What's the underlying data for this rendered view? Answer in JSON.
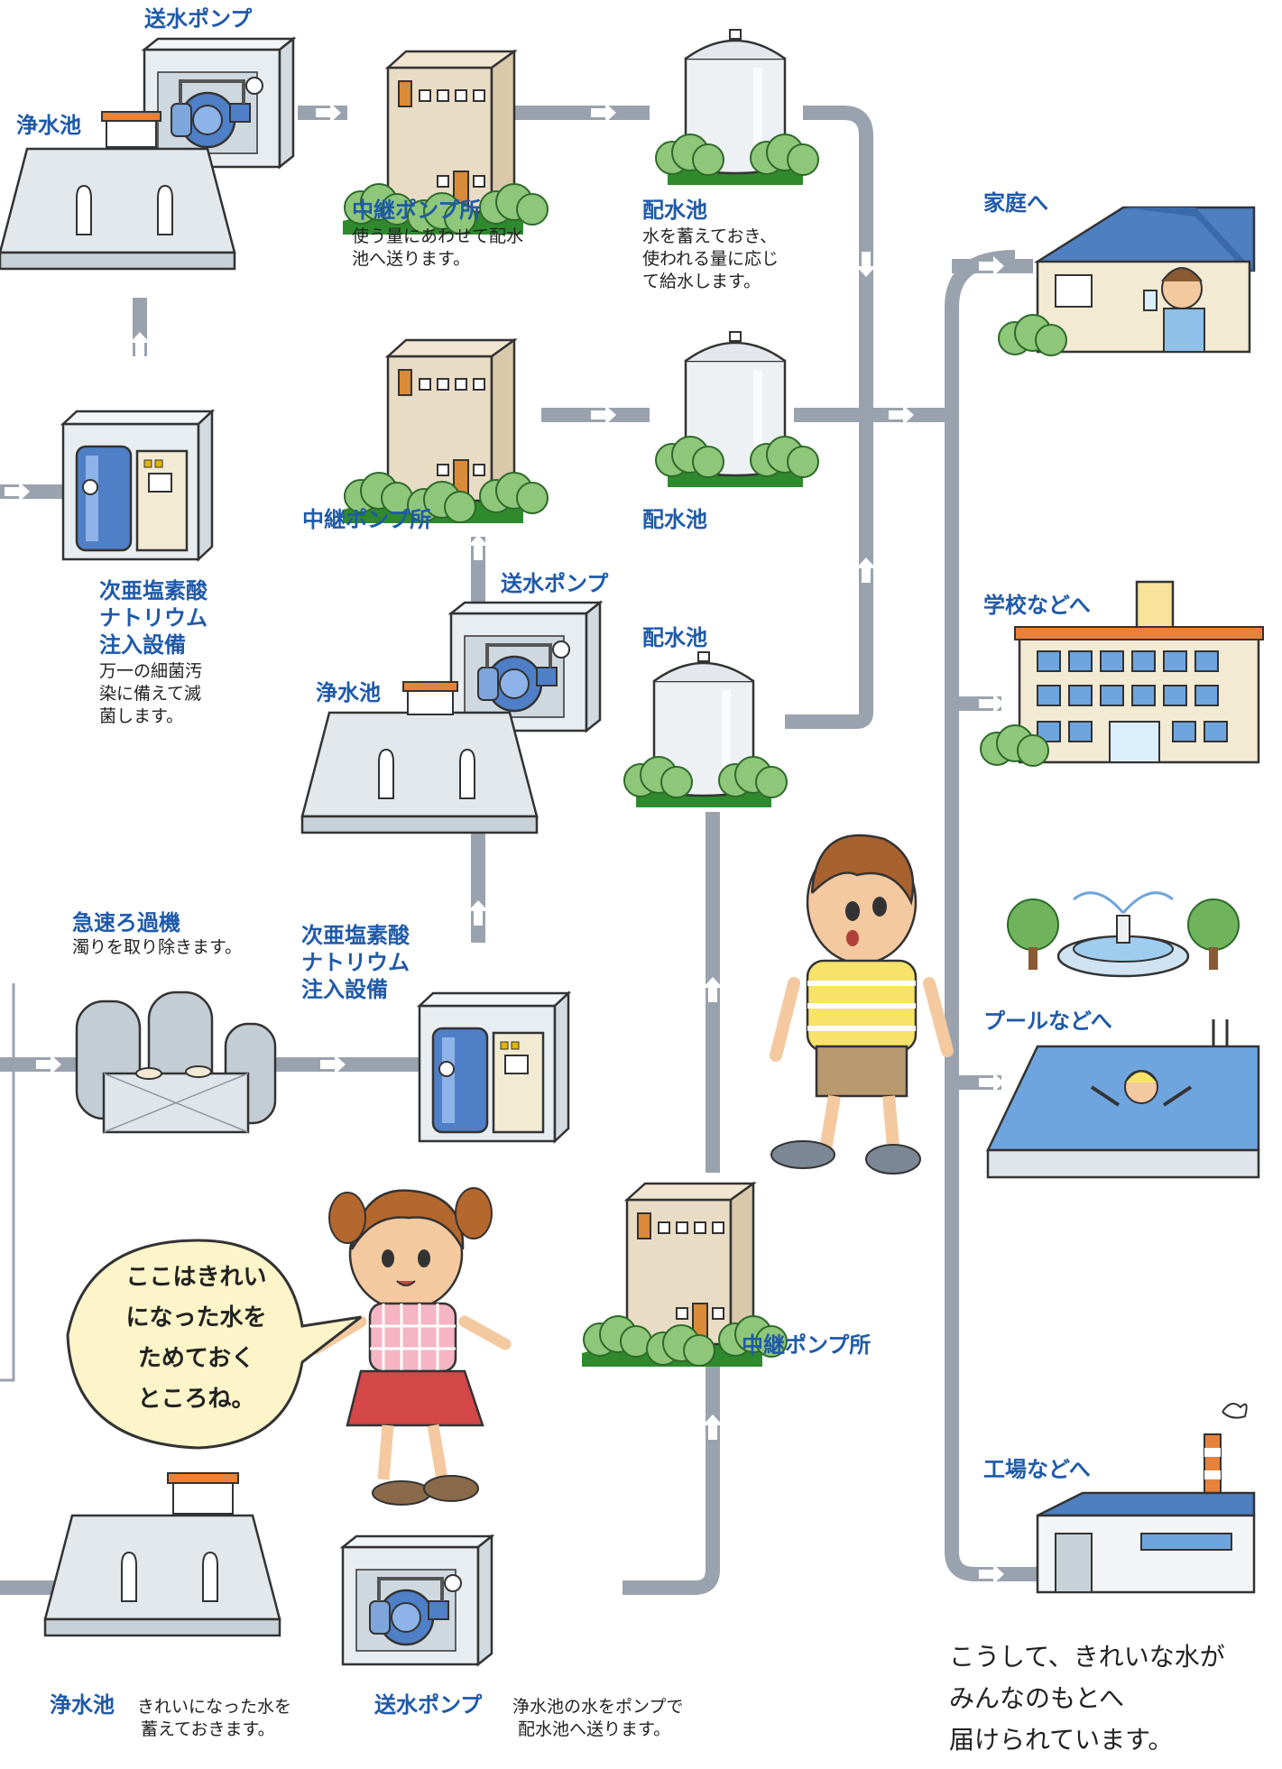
{
  "labels": {
    "pump_top": "送水ポンプ",
    "clear_well_top": "浄水池",
    "relay_station_1": "中継ポンプ所",
    "relay_station_1_desc": [
      "使う量にあわせて配水",
      "池へ送ります。"
    ],
    "reservoir_1": "配水池",
    "reservoir_1_desc": [
      "水を蓄えておき、",
      "使われる量に応じ",
      "て給水します。"
    ],
    "chlorinator_top": [
      "次亜塩素酸",
      "ナトリウム",
      "注入設備"
    ],
    "chlorinator_top_desc": [
      "万一の細菌汚",
      "染に備えて滅",
      "菌します。"
    ],
    "relay_station_2": "中継ポンプ所",
    "reservoir_2": "配水池",
    "pump_mid": "送水ポンプ",
    "clear_well_mid": "浄水池",
    "reservoir_3": "配水池",
    "rapid_filter": "急速ろ過機",
    "rapid_filter_desc": "濁りを取り除きます。",
    "chlorinator_mid": [
      "次亜塩素酸",
      "ナトリウム",
      "注入設備"
    ],
    "relay_station_3": "中継ポンプ所",
    "clear_well_bottom": "浄水池",
    "clear_well_bottom_desc": [
      "きれいになった水を",
      "蓄えておきます。"
    ],
    "pump_bottom": "送水ポンプ",
    "pump_bottom_desc": [
      "浄水池の水をポンプで",
      "配水池へ送ります。"
    ]
  },
  "destinations": {
    "home": "家庭へ",
    "school": "学校などへ",
    "pool": "プールなどへ",
    "factory": "工場などへ"
  },
  "speech_bubble": [
    "ここはきれい",
    "になった水を",
    "ためておく",
    "ところね。"
  ],
  "closing_text": [
    "こうして、きれいな水が",
    "みんなのもとへ",
    "届けられています。"
  ],
  "colors": {
    "pipe": "#9aa3ad",
    "label_blue": "#1f5aa8",
    "grass": "#3f9c3a",
    "bubble": "#fbf5c9"
  }
}
